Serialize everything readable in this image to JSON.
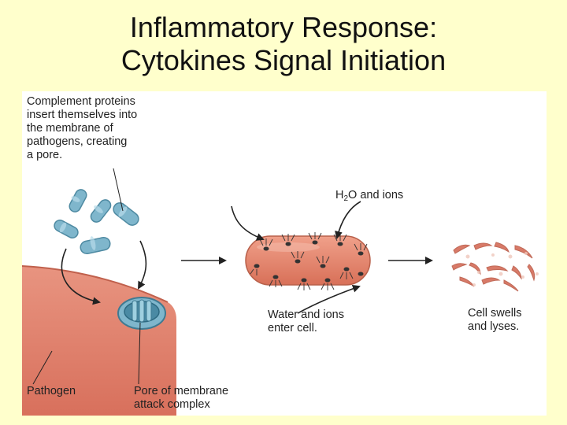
{
  "slide": {
    "title_line1": "Inflammatory Response:",
    "title_line2": "Cytokines Signal Initiation"
  },
  "diagram": {
    "complement_label": "Complement proteins\ninsert themselves into\nthe membrane of\npathogens, creating\na pore.",
    "h2o_label_h": "H",
    "h2o_label_sub": "2",
    "h2o_label_rest": "O and ions",
    "water_label": "Water and ions\nenter cell.",
    "lysis_label": "Cell swells\nand lyses.",
    "pathogen_label": "Pathogen",
    "pore_label": "Pore of membrane\nattack complex"
  },
  "colors": {
    "background": "#ffffcc",
    "pathogen_fill": "#e0806a",
    "complement_fill": "#7fb6cc",
    "arrow": "#222222"
  }
}
